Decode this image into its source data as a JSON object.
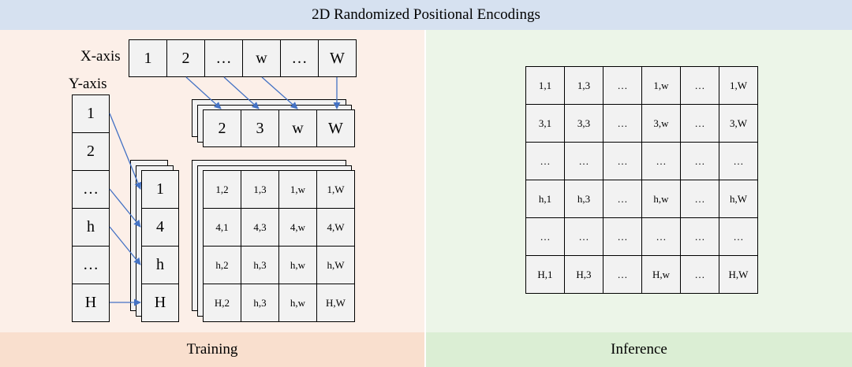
{
  "title": "2D Randomized Positional Encodings",
  "footer": {
    "training": "Training",
    "inference": "Inference"
  },
  "training": {
    "x_axis_label": "X-axis",
    "y_axis_label": "Y-axis",
    "x_axis": [
      "1",
      "2",
      "…",
      "w",
      "…",
      "W"
    ],
    "y_axis": [
      "1",
      "2",
      "…",
      "h",
      "…",
      "H"
    ],
    "sampled_x": [
      "2",
      "3",
      "w",
      "W"
    ],
    "sampled_y": [
      "1",
      "4",
      "h",
      "H"
    ],
    "grid": [
      [
        "1,2",
        "1,3",
        "1,w",
        "1,W"
      ],
      [
        "4,1",
        "4,3",
        "4,w",
        "4,W"
      ],
      [
        "h,2",
        "h,3",
        "h,w",
        "h,W"
      ],
      [
        "H,2",
        "h,3",
        "h,w",
        "H,W"
      ]
    ]
  },
  "inference": {
    "grid": [
      [
        "1,1",
        "1,3",
        "…",
        "1,w",
        "…",
        "1,W"
      ],
      [
        "3,1",
        "3,3",
        "…",
        "3,w",
        "…",
        "3,W"
      ],
      [
        "…",
        "…",
        "…",
        "…",
        "…",
        "…"
      ],
      [
        "h,1",
        "h,3",
        "…",
        "h,w",
        "…",
        "h,W"
      ],
      [
        "…",
        "…",
        "…",
        "…",
        "…",
        "…"
      ],
      [
        "H,1",
        "H,3",
        "…",
        "H,w",
        "…",
        "H,W"
      ]
    ]
  },
  "colors": {
    "arrow": "#4472c4",
    "banner": "#d6e1f0",
    "training_bg": "#fcefe8",
    "inference_bg": "#ecf5e8"
  }
}
